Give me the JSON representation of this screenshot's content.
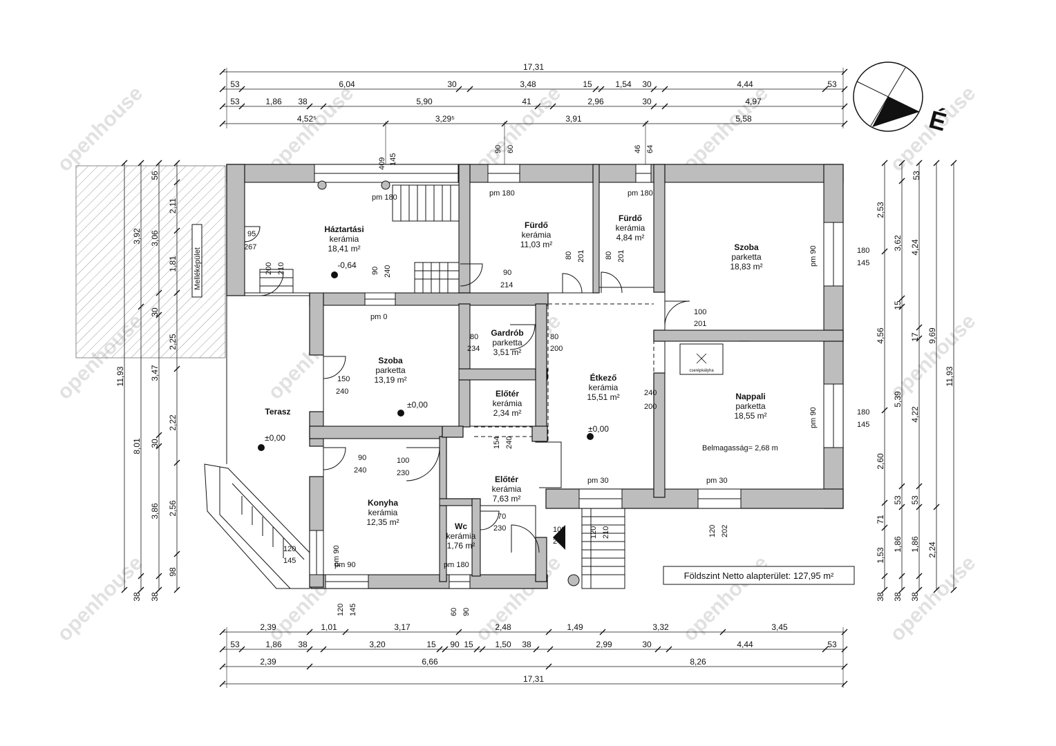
{
  "colors": {
    "wall": "#bdbdbd",
    "line": "#111111",
    "hatch": "#9a9a9a",
    "window": "#d9d9d9",
    "watermark": "#c8c8c8"
  },
  "watermark": "openhouse",
  "north_label": "É",
  "neighbor_label": "Melléképület",
  "chimney_label": "cserépkályha",
  "ceiling_height": "Belmagasság= 2,68 m",
  "net_area_text": "Földszint Netto alapterület: 127,95 m²",
  "rooms": [
    {
      "id": "haztartasi",
      "name": "Háztartási",
      "floor": "kerámia",
      "area": "18,41 m²",
      "level": "-0,64"
    },
    {
      "id": "furdo1",
      "name": "Fürdő",
      "floor": "kerámia",
      "area": "11,03 m²"
    },
    {
      "id": "furdo2",
      "name": "Fürdő",
      "floor": "kerámia",
      "area": "4,84 m²"
    },
    {
      "id": "szoba1",
      "name": "Szoba",
      "floor": "parketta",
      "area": "18,83 m²"
    },
    {
      "id": "szoba2",
      "name": "Szoba",
      "floor": "parketta",
      "area": "13,19 m²",
      "level": "±0,00"
    },
    {
      "id": "gardrob",
      "name": "Gardrób",
      "floor": "parketta",
      "area": "3,51 m²"
    },
    {
      "id": "etkezo",
      "name": "Étkező",
      "floor": "kerámia",
      "area": "15,51 m²",
      "level": "±0,00"
    },
    {
      "id": "nappali",
      "name": "Nappali",
      "floor": "parketta",
      "area": "18,55 m²"
    },
    {
      "id": "eloter1",
      "name": "Előtér",
      "floor": "kerámia",
      "area": "2,34 m²"
    },
    {
      "id": "eloter2",
      "name": "Előtér",
      "floor": "kerámia",
      "area": "7,63 m²"
    },
    {
      "id": "konyha",
      "name": "Konyha",
      "floor": "kerámia",
      "area": "12,35 m²"
    },
    {
      "id": "wc",
      "name": "Wc",
      "floor": "kerámia",
      "area": "1,76 m²"
    },
    {
      "id": "terasz",
      "name": "Terasz",
      "level": "±0,00"
    }
  ],
  "dims": {
    "top_total": "17,31",
    "top_row2": [
      "53",
      "6,04",
      "30",
      "3,48",
      "15",
      "1,54",
      "30",
      "4,44",
      "53"
    ],
    "top_row3": [
      "53",
      "1,86",
      "38",
      "5,90",
      "41",
      "2,96",
      "30",
      "4,97"
    ],
    "top_row4": [
      "4,52⁵",
      "3,29⁵",
      "3,91",
      "5,58"
    ],
    "bottom_row1": [
      "2,39",
      "1,01",
      "3,17",
      "2,48",
      "1,49",
      "3,32",
      "3,45"
    ],
    "bottom_row2": [
      "53",
      "1,86",
      "38",
      "3,20",
      "15",
      "90",
      "15",
      "1,50",
      "38",
      "2,99",
      "30",
      "4,44",
      "53"
    ],
    "bottom_row3": [
      "2,39",
      "6,66",
      "8,26"
    ],
    "bottom_total": "17,31",
    "left_col1": [
      "3,92",
      "11,93"
    ],
    "left_col2": [
      "3,06",
      "30",
      "3,47",
      "8,01",
      "38"
    ],
    "left_col3": [
      "56",
      "2,11",
      "1,81",
      "2,25",
      "2,22",
      "30",
      "3,86",
      "38"
    ],
    "left_col4": [
      "2,56",
      "98"
    ],
    "right_col1": [
      "2,53",
      "4,56",
      "2,60",
      "71",
      "1,53",
      "38"
    ],
    "right_col2": [
      "53",
      "3,62",
      "15",
      "5,39",
      "53",
      "1,86",
      "38"
    ],
    "right_col3": [
      "4,24",
      "17",
      "4,22",
      "53",
      "1,86",
      "38"
    ],
    "right_col4": [
      "9,69",
      "2,24"
    ],
    "right_col5": [
      "11,93"
    ]
  },
  "openings": {
    "top_win1": [
      "409",
      "145"
    ],
    "top_win2": [
      "90",
      "60"
    ],
    "top_win3": [
      "46",
      "64"
    ],
    "pm180_a": "pm  180",
    "pm180_b": "pm  180",
    "pm180_c": "pm  180",
    "pm0": "pm  0",
    "pm30_a": "pm  30",
    "pm30_b": "pm  30",
    "pm90_a": "pm  90",
    "pm180_wc": "pm  180",
    "d_95": [
      "95",
      "267"
    ],
    "d_200": [
      "200",
      "210"
    ],
    "d_90_240": [
      "90",
      "240"
    ],
    "d_90_214": [
      "90",
      "214"
    ],
    "d_80_201a": [
      "80",
      "201"
    ],
    "d_80_201b": [
      "80",
      "201"
    ],
    "w_szoba1": [
      "180",
      "145"
    ],
    "w_szoba1_pm": "pm  90",
    "d_100_201": [
      "100",
      "201"
    ],
    "d_80_234": [
      "80",
      "234"
    ],
    "d_80_200": [
      "80",
      "200"
    ],
    "d_150_240": [
      "150",
      "240"
    ],
    "d_240_200": [
      "240",
      "200"
    ],
    "w_nappali": [
      "180",
      "145"
    ],
    "w_nappali_pm": "pm  90",
    "d_154_240": [
      "154",
      "240"
    ],
    "d_90_240b": [
      "90",
      "240"
    ],
    "d_100_230": [
      "100",
      "230"
    ],
    "d_70_230": [
      "70",
      "230"
    ],
    "d_100_240": [
      "100",
      "240"
    ],
    "d_120_210": [
      "120",
      "210"
    ],
    "w_120_202": [
      "120",
      "202"
    ],
    "d_120_145": [
      "120",
      "145"
    ],
    "w_konyha_pm": "pm  90",
    "b_120_145": [
      "120",
      "145"
    ],
    "b_60_90": [
      "60",
      "90"
    ]
  }
}
